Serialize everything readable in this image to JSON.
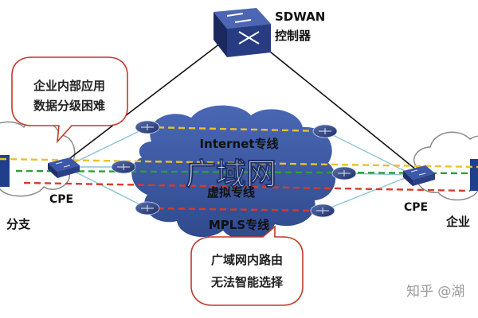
{
  "controller": {
    "label_en": "SDWAN",
    "label_cn": "控制器",
    "icon": "sdwan-controller-switch-icon"
  },
  "wan": {
    "title": "广域网",
    "links": [
      {
        "label": "Internet专线",
        "color": "#e8c22a",
        "style": "dashed"
      },
      {
        "label": "虚拟专线",
        "color": "#2e9e3a",
        "style": "dashed"
      },
      {
        "label": "MPLS专线",
        "color": "#d93a2b",
        "style": "dashed"
      }
    ],
    "cloud_color": "#3b56a0"
  },
  "callouts": {
    "left": {
      "line1": "企业内部应用",
      "line2": "数据分级困难",
      "border_color": "#c0392b"
    },
    "bottom": {
      "line1": "广域网内路由",
      "line2": "无法智能选择",
      "border_color": "#c0392b"
    }
  },
  "sites": {
    "left": {
      "device": "CPE",
      "name": "分支"
    },
    "right": {
      "device": "CPE",
      "name": "企业"
    }
  },
  "watermark": "知乎 @湖"
}
